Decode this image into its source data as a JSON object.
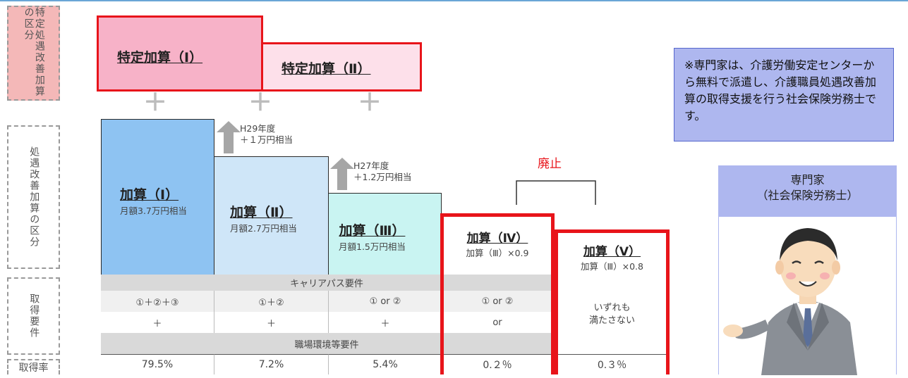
{
  "labels": {
    "tokutei": "特定処遇改善加算の区分",
    "shogu": "処遇改善加算の区分",
    "shutoku": "取得要件",
    "rate": "取得率"
  },
  "tokutei": {
    "one": "特定加算（Ⅰ）",
    "two": "特定加算（Ⅱ）",
    "plus": "＋"
  },
  "kasan": [
    {
      "title": "加算（Ⅰ）",
      "sub": "月額3.7万円相当"
    },
    {
      "title": "加算（Ⅱ）",
      "sub": "月額2.7万円相当"
    },
    {
      "title": "加算（Ⅲ）",
      "sub": "月額1.5万円相当"
    },
    {
      "title": "加算（Ⅳ）",
      "sub": "加算（Ⅲ）×0.9"
    },
    {
      "title": "加算（Ⅴ）",
      "sub": "加算（Ⅲ）×0.8"
    }
  ],
  "notes": {
    "h29_line1": "H29年度",
    "h29_line2": "＋１万円相当",
    "h27_line1": "H27年度",
    "h27_line2": "＋1.2万円相当",
    "haishi": "廃止"
  },
  "requirements": {
    "career": "キャリアパス要件",
    "shokuba": "職場環境等要件",
    "combo": [
      "①＋②＋③",
      "①＋②",
      "① or ②",
      "① or ②"
    ],
    "joiner": [
      "＋",
      "＋",
      "＋",
      "or"
    ],
    "none_line1": "いずれも",
    "none_line2": "満たさない"
  },
  "rates": [
    "79.5%",
    "7.2%",
    "5.4%",
    "0.２％",
    "0.３％"
  ],
  "expert": {
    "note": "※専門家は、介護労働安定センターから無料で派遣し、介護職員処遇改善加算の取得支援を行う社会保険労務士です。",
    "title_line1": "専門家",
    "title_line2": "（社会保険労務士）"
  },
  "colors": {
    "red": "#e8141a",
    "pink_dark": "#f7b2c8",
    "pink_light": "#fde0ea",
    "blue1": "#8ec3f2",
    "blue2": "#cfe6f8",
    "cyan3": "#c9f4f2",
    "gray_band": "#d9d9d9",
    "lavender": "#aeb7ef"
  }
}
